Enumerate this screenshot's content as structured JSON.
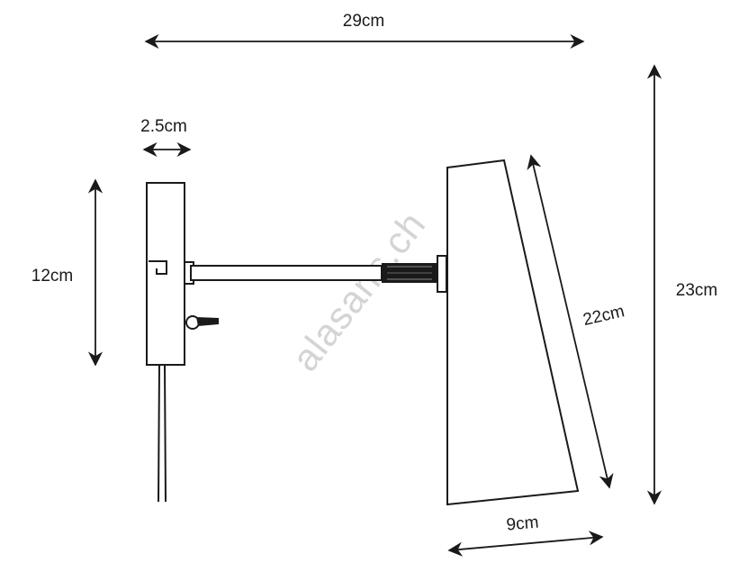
{
  "dimensions": {
    "overall_width": "29cm",
    "base_depth": "2.5cm",
    "base_height": "12cm",
    "overall_height": "23cm",
    "shade_length": "22cm",
    "shade_width": "9cm"
  },
  "watermark": "alasans.ch",
  "colors": {
    "line": "#1a1a1a",
    "background": "#ffffff",
    "watermark": "#d4d4d4"
  }
}
